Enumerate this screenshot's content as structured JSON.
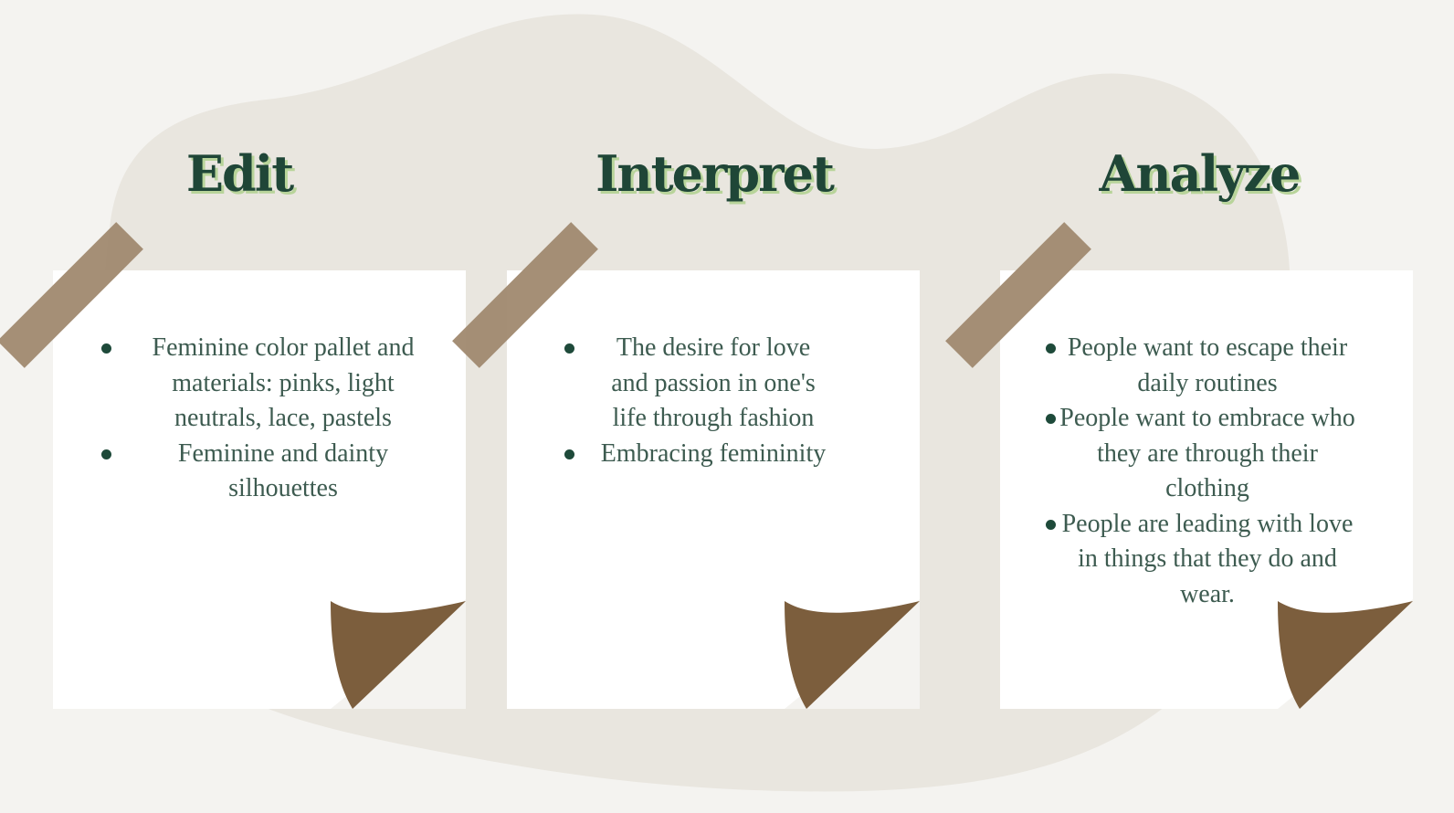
{
  "columns": [
    {
      "heading": "Edit",
      "bullets": [
        "Feminine color pallet and materials: pinks, light neutrals, lace, pastels",
        "Feminine and dainty silhouettes"
      ]
    },
    {
      "heading": "Interpret",
      "bullets": [
        "The desire for love and passion in one's life through fashion",
        "Embracing femininity"
      ]
    },
    {
      "heading": "Analyze",
      "bullets": [
        "People want to escape their daily routines",
        "People want to embrace who they are through their clothing",
        "People are leading with love in things that they do and wear."
      ]
    }
  ],
  "colors": {
    "background": "#f4f3f0",
    "blob": "#e9e6df",
    "heading": "#1f4637",
    "heading_shadow": "#b8d49a",
    "body_text": "#3d5b50",
    "bullet": "#1e4a3a",
    "tape": "#a0896f",
    "page_curl": "#7c5e3d",
    "note": "#ffffff"
  }
}
